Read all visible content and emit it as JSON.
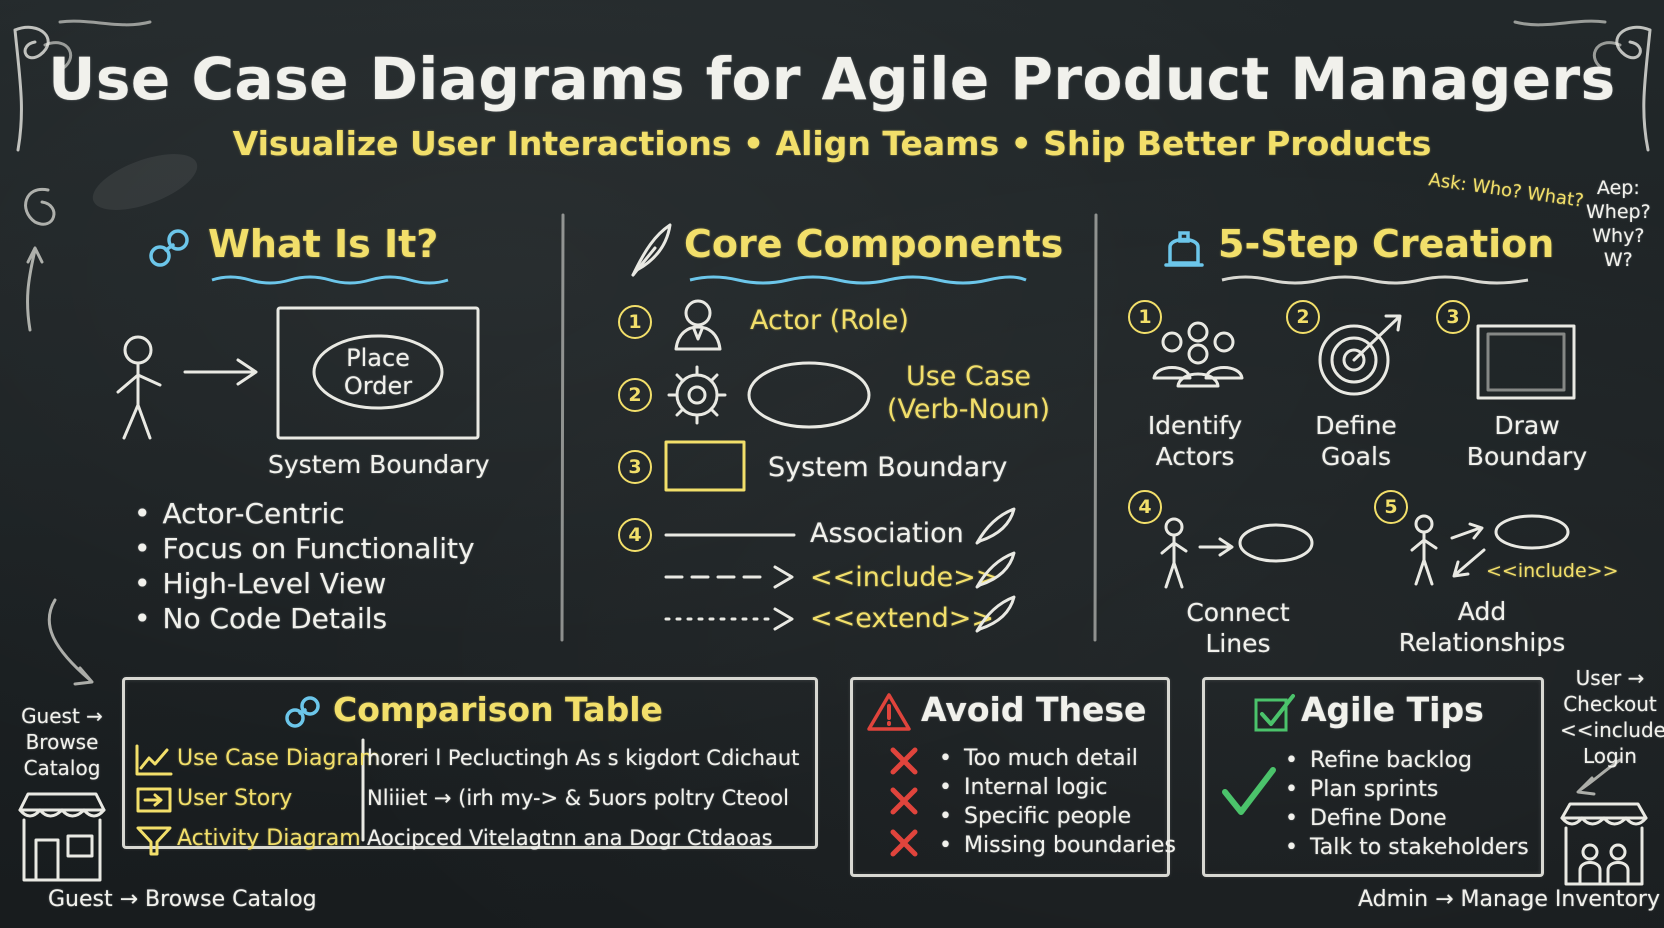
{
  "title": "Use Case Diagrams for Agile Product Managers",
  "subtitle": "Visualize User Interactions • Align Teams • Ship Better Products",
  "what_is_it": {
    "heading": "What Is It?",
    "oval_label_line1": "Place",
    "oval_label_line2": "Order",
    "boundary_label": "System Boundary",
    "bullets": [
      "Actor-Centric",
      "Focus on Functionality",
      "High-Level View",
      "No Code Details"
    ]
  },
  "core_components": {
    "heading": "Core Components",
    "items": [
      {
        "num": "1",
        "label": "Actor (Role)"
      },
      {
        "num": "2",
        "label_line1": "Use Case",
        "label_line2": "(Verb-Noun)"
      },
      {
        "num": "3",
        "label": "System Boundary"
      },
      {
        "num": "4",
        "association": "Association",
        "include": "<<include>>",
        "extend": "<<extend>>"
      }
    ]
  },
  "five_step": {
    "heading": "5-Step Creation",
    "steps": [
      {
        "num": "1",
        "line1": "Identify",
        "line2": "Actors"
      },
      {
        "num": "2",
        "line1": "Define",
        "line2": "Goals"
      },
      {
        "num": "3",
        "line1": "Draw",
        "line2": "Boundary"
      },
      {
        "num": "4",
        "line1": "Connect",
        "line2": "Lines"
      },
      {
        "num": "5",
        "line1": "Add",
        "line2": "Relationships",
        "tag": "<<include>>"
      }
    ],
    "note_left": "Ask: Who? What?",
    "note_right_lines": [
      "Aep:",
      "Whep?",
      "Why?",
      "W?"
    ]
  },
  "comparison": {
    "heading": "Comparison Table",
    "rows": [
      {
        "name": "Use Case Diagram",
        "desc": "horeri l Pecluctingh As s kigdort Cdichaut"
      },
      {
        "name": "User Story",
        "desc": "Nliiiet → (irh my-> & 5uors poltry Cteool"
      },
      {
        "name": "Activity Diagram",
        "desc": "Aocipced Vitelagtnn ana Dogr Ctdaoas"
      }
    ]
  },
  "avoid": {
    "heading": "Avoid These",
    "items": [
      "Too much detail",
      "Internal logic",
      "Specific people",
      "Missing boundaries"
    ]
  },
  "agile_tips": {
    "heading": "Agile Tips",
    "items": [
      "Refine backlog",
      "Plan sprints",
      "Define Done",
      "Talk to stakeholders"
    ]
  },
  "side_notes": {
    "left_lines": [
      "Guest →",
      "Browse",
      "Catalog"
    ],
    "right_lines": [
      "User →",
      "Checkout",
      "<<include>>",
      "Login"
    ],
    "bottom_left": "Guest → Browse Catalog",
    "bottom_right": "Admin → Manage Inventory"
  },
  "colors": {
    "chalk": "#f1f1ec",
    "accent_yellow": "#f2df6a",
    "blue": "#6cc6ea",
    "red": "#e0443c",
    "green": "#4bc36b",
    "board": "#1c2022"
  }
}
